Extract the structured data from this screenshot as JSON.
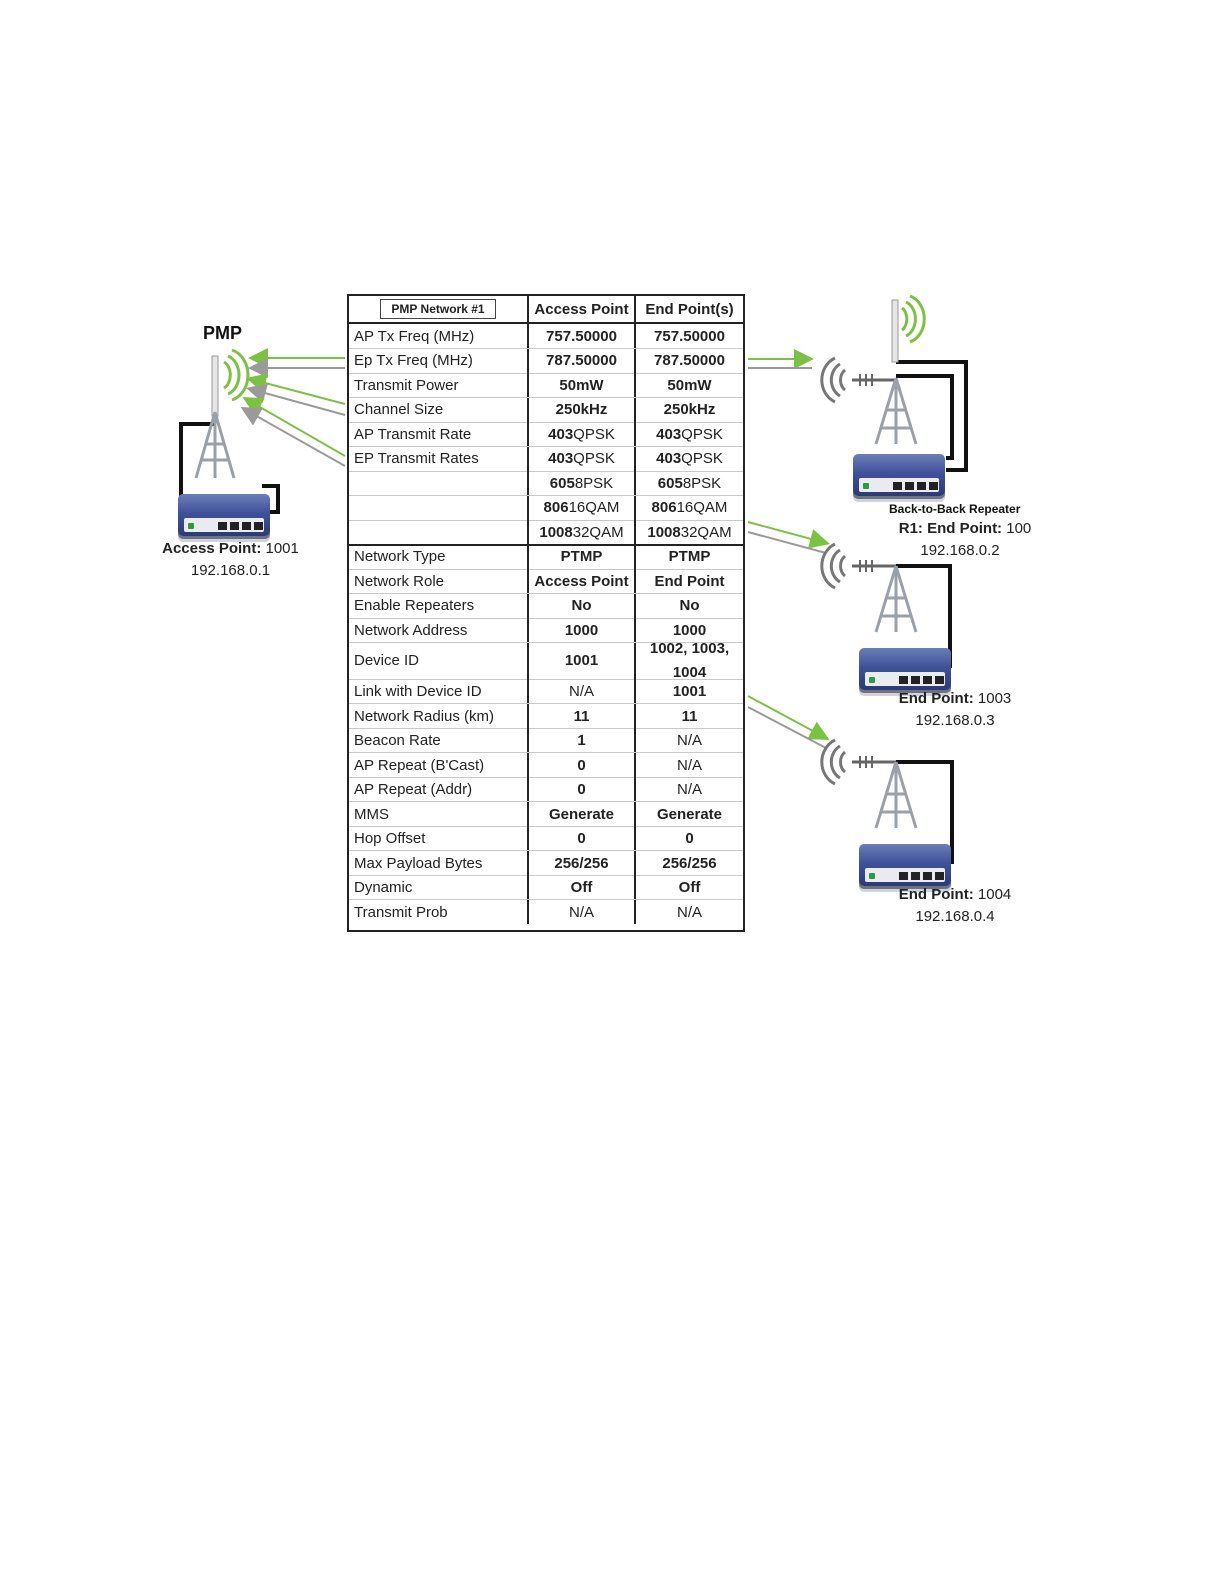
{
  "diagram": {
    "pmp_label": "PMP",
    "repeater_tag": "Back-to-Back Repeater",
    "nodes": [
      {
        "id": "ap",
        "role": "Access Point:",
        "number": "1001",
        "ip": "192.168.0.1"
      },
      {
        "id": "r1",
        "role": "R1: End Point:",
        "number": "100",
        "ip": "192.168.0.2"
      },
      {
        "id": "ep3",
        "role": "End Point:",
        "number": "1003",
        "ip": "192.168.0.3"
      },
      {
        "id": "ep4",
        "role": "End Point:",
        "number": "1004",
        "ip": "192.168.0.4"
      }
    ],
    "colors": {
      "arrow_green": "#7cc242",
      "arrow_gray": "#9a9a9a",
      "radio_blue": "#3f529a"
    }
  },
  "table": {
    "header": {
      "name": "PMP Network #1",
      "col1": "Access Point",
      "col2": "End Point(s)"
    },
    "rows": [
      {
        "label": "AP Tx Freq (MHz)",
        "ap": "757.50000",
        "ep": "757.50000"
      },
      {
        "label": "Ep Tx Freq (MHz)",
        "ap": "787.50000",
        "ep": "787.50000"
      },
      {
        "label": "Transmit Power",
        "ap": "50mW",
        "ep": "50mW"
      },
      {
        "label": "Channel Size",
        "ap": "250kHz",
        "ep": "250kHz"
      },
      {
        "label": "AP Transmit Rate",
        "ap": "403 QPSK",
        "ep": "403 QPSK"
      },
      {
        "label": "EP Transmit Rates",
        "ap": "403 QPSK",
        "ep": "403 QPSK"
      },
      {
        "label": "",
        "ap": "605 8PSK",
        "ep": "605 8PSK"
      },
      {
        "label": "",
        "ap": "806 16QAM",
        "ep": "806 16QAM"
      },
      {
        "label": "",
        "ap": "1008 32QAM",
        "ep": "1008 32QAM"
      },
      {
        "label": "Network Type",
        "ap": "PTMP",
        "ep": "PTMP"
      },
      {
        "label": "Network Role",
        "ap": "Access Point",
        "ep": "End Point"
      },
      {
        "label": "Enable Repeaters",
        "ap": "No",
        "ep": "No"
      },
      {
        "label": "Network Address",
        "ap": "1000",
        "ep": "1000"
      },
      {
        "label": "Device ID",
        "ap": "1001",
        "ep": "1002, 1003,",
        "ep2": "1004"
      },
      {
        "label": "Link with Device ID",
        "ap": "N/A",
        "ep": "1001"
      },
      {
        "label": "Network Radius (km)",
        "ap": "11",
        "ep": "11"
      },
      {
        "label": "Beacon Rate",
        "ap": "1",
        "ep": "N/A"
      },
      {
        "label": "AP Repeat (B'Cast)",
        "ap": "0",
        "ep": "N/A"
      },
      {
        "label": "AP Repeat (Addr)",
        "ap": "0",
        "ep": "N/A"
      },
      {
        "label": "MMS",
        "ap": "Generate",
        "ep": "Generate"
      },
      {
        "label": "Hop Offset",
        "ap": "0",
        "ep": "0"
      },
      {
        "label": "Max Payload Bytes",
        "ap": "256/256",
        "ep": "256/256"
      },
      {
        "label": "Dynamic",
        "ap": "Off",
        "ep": "Off"
      },
      {
        "label": "Transmit Prob",
        "ap": "N/A",
        "ep": "N/A"
      }
    ]
  }
}
